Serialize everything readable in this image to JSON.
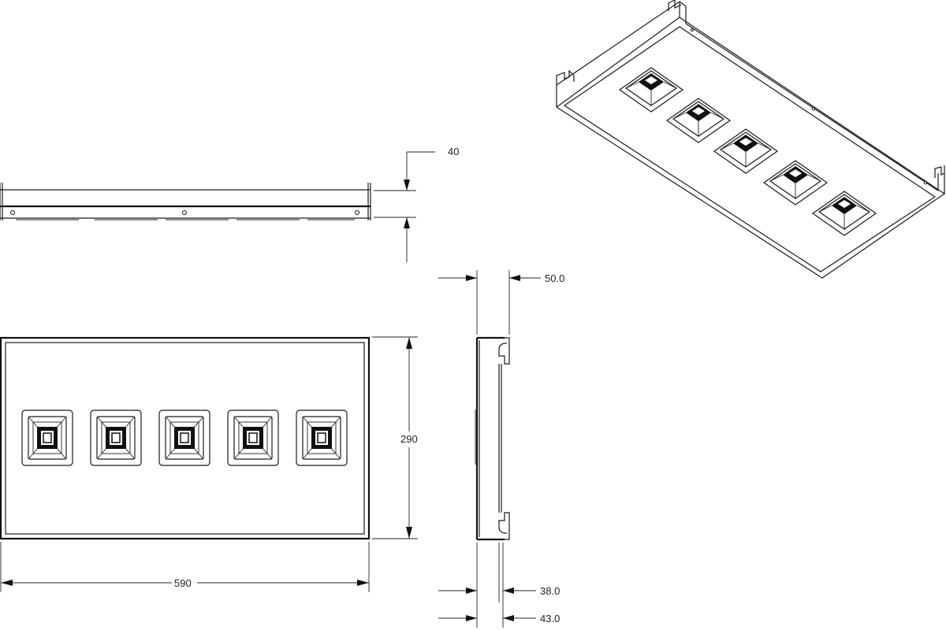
{
  "dimensions": {
    "depth": "40",
    "width": "590",
    "height": "290",
    "side_top": "50.0",
    "side_bottom_1": "38.0",
    "side_bottom_2": "43.0"
  },
  "colors": {
    "line": "#1a1a1a",
    "background": "#ffffff"
  }
}
